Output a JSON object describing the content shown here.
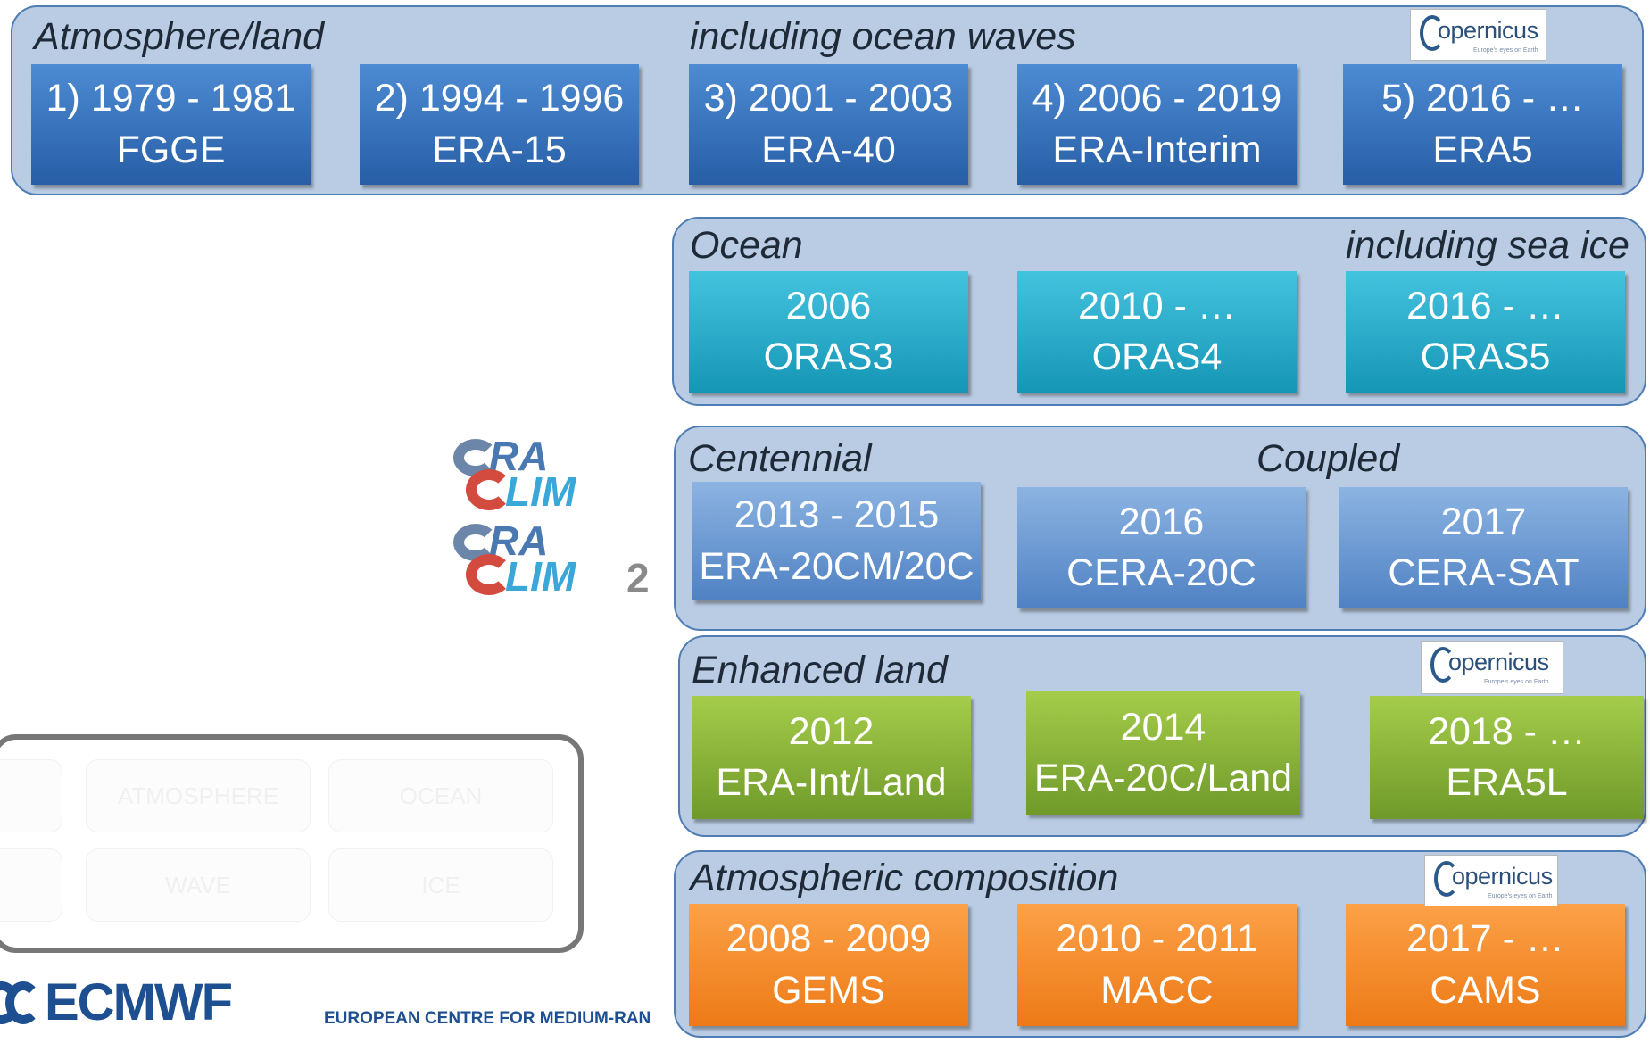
{
  "panels": {
    "atmosphere": {
      "title_left": "Atmosphere/land",
      "title_right": "including ocean waves",
      "items": [
        {
          "line1": "1) 1979 - 1981",
          "line2": "FGGE"
        },
        {
          "line1": "2) 1994 - 1996",
          "line2": "ERA-15"
        },
        {
          "line1": "3) 2001 - 2003",
          "line2": "ERA-40"
        },
        {
          "line1": "4) 2006 - 2019",
          "line2": "ERA-Interim"
        },
        {
          "line1": "5) 2016 - …",
          "line2": "ERA5"
        }
      ]
    },
    "ocean": {
      "title_left": "Ocean",
      "title_right": "including sea ice",
      "items": [
        {
          "line1": "2006",
          "line2": "ORAS3"
        },
        {
          "line1": "2010 - …",
          "line2": "ORAS4"
        },
        {
          "line1": "2016 - …",
          "line2": "ORAS5"
        }
      ]
    },
    "centennial": {
      "title_left": "Centennial",
      "title_right": "Coupled",
      "items": [
        {
          "line1": "2013 - 2015",
          "line2": "ERA-20CM/20C"
        },
        {
          "line1": "2016",
          "line2": "CERA-20C"
        },
        {
          "line1": "2017",
          "line2": "CERA-SAT"
        }
      ]
    },
    "land": {
      "title_left": "Enhanced land",
      "items": [
        {
          "line1": "2012",
          "line2": "ERA-Int/Land"
        },
        {
          "line1": "2014",
          "line2": "ERA-20C/Land"
        },
        {
          "line1": "2018 - …",
          "line2": "ERA5L"
        }
      ]
    },
    "composition": {
      "title_left": "Atmospheric composition",
      "items": [
        {
          "line1": "2008 - 2009",
          "line2": "GEMS"
        },
        {
          "line1": "2010 - 2011",
          "line2": "MACC"
        },
        {
          "line1": "2017 - …",
          "line2": "CAMS"
        }
      ]
    }
  },
  "copernicus": {
    "word": "opernicus",
    "tagline": "Europe's eyes on Earth"
  },
  "eraclim": {
    "row1_a": "RA",
    "row1_b": "LIM",
    "row2_a": "RA",
    "row2_b": "LIM",
    "row2_num": "2"
  },
  "legend": {
    "cells": [
      "ATMOSPHERE",
      "OCEAN",
      "WAVE",
      "ICE"
    ]
  },
  "footer": {
    "logo": "ECMWF",
    "centre": "EUROPEAN CENTRE FOR MEDIUM-RAN"
  }
}
